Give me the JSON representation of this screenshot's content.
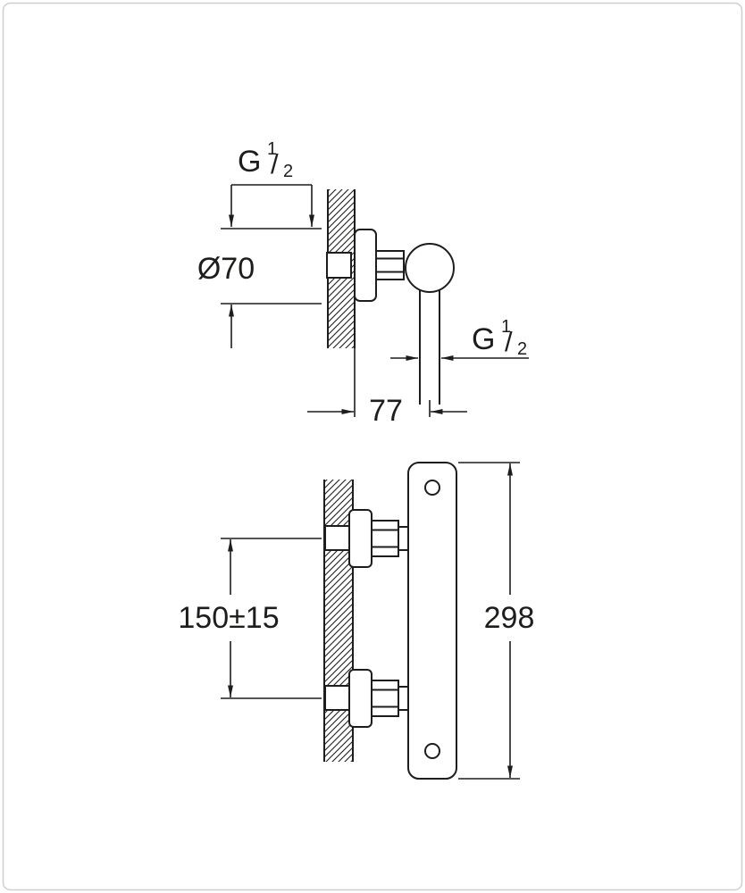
{
  "canvas": {
    "background": "#ffffff",
    "ink_color": "#1d1d1b",
    "frame_color": "#cfcfcf"
  },
  "side_view": {
    "inlet_thread": {
      "prefix": "G",
      "numerator": "1",
      "slash": "/",
      "denominator": "2"
    },
    "escutcheon_diameter": "Ø70",
    "outlet_thread": {
      "prefix": "G",
      "numerator": "1",
      "slash": "/",
      "denominator": "2"
    },
    "wall_to_outlet_center": "77"
  },
  "front_view": {
    "inlet_spacing": "150±15",
    "overall_length": "298"
  }
}
